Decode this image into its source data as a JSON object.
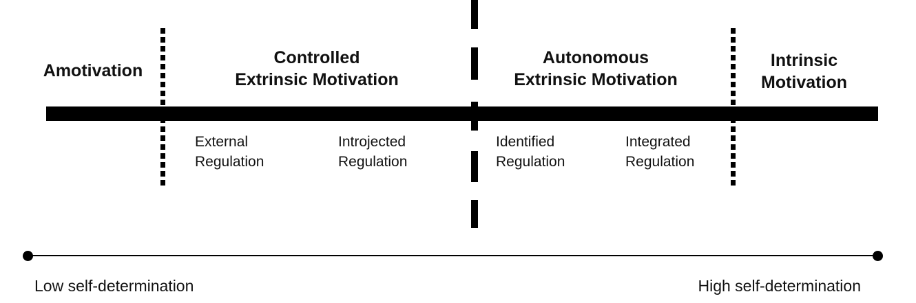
{
  "categories": {
    "amotivation": "Amotivation",
    "controlled": [
      "Controlled",
      "Extrinsic Motivation"
    ],
    "autonomous": [
      "Autonomous",
      "Extrinsic Motivation"
    ],
    "intrinsic": [
      "Intrinsic",
      "Motivation"
    ]
  },
  "regulations": {
    "external": [
      "External",
      "Regulation"
    ],
    "introjected": [
      "Introjected",
      "Regulation"
    ],
    "identified": [
      "Identified",
      "Regulation"
    ],
    "integrated": [
      "Integrated",
      "Regulation"
    ]
  },
  "axis": {
    "low": "Low self-determination",
    "high": "High self-determination"
  }
}
